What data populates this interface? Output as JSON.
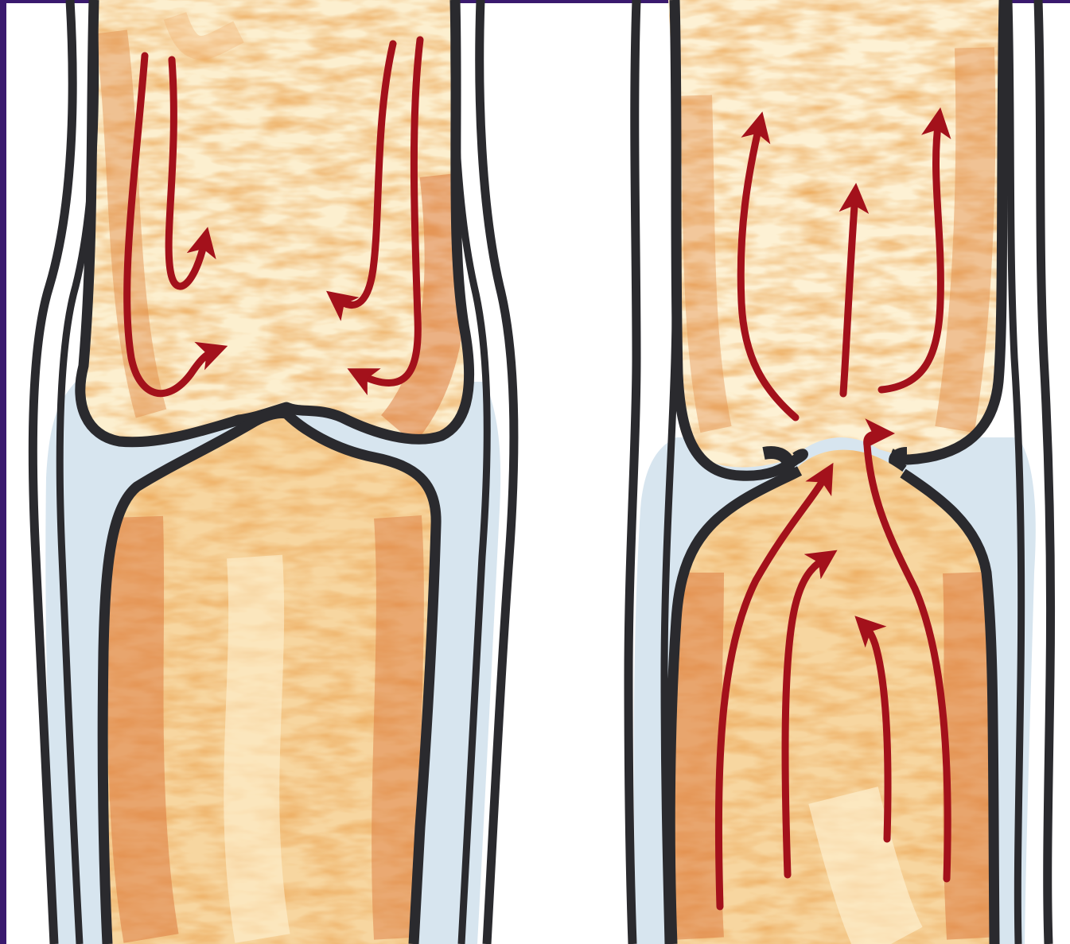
{
  "colors": {
    "frame": "#3a1a6e",
    "background": "#ffffff",
    "outline": "#2a2a2e",
    "synovial_fluid": "#c9dcea",
    "bone_light": "#fbe7b6",
    "bone_dark": "#d9823f",
    "arrow": "#a3111b"
  },
  "panels": [
    {
      "id": "left",
      "arrow_count": 4,
      "arrow_flow": "down-and-curl-back"
    },
    {
      "id": "right",
      "arrow_count": 7,
      "arrow_flow": "up-through-contact-point"
    }
  ]
}
